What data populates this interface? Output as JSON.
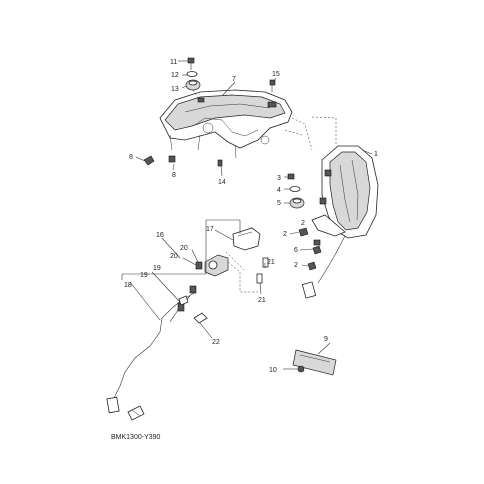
{
  "diagram": {
    "reference_code": "BMK1300-Y390",
    "callouts": [
      "1",
      "2",
      "2",
      "2",
      "3",
      "4",
      "5",
      "6",
      "7",
      "8",
      "8",
      "9",
      "10",
      "11",
      "12",
      "13",
      "14",
      "15",
      "16",
      "17",
      "18",
      "19",
      "19",
      "20",
      "20",
      "21",
      "21",
      "22"
    ]
  }
}
